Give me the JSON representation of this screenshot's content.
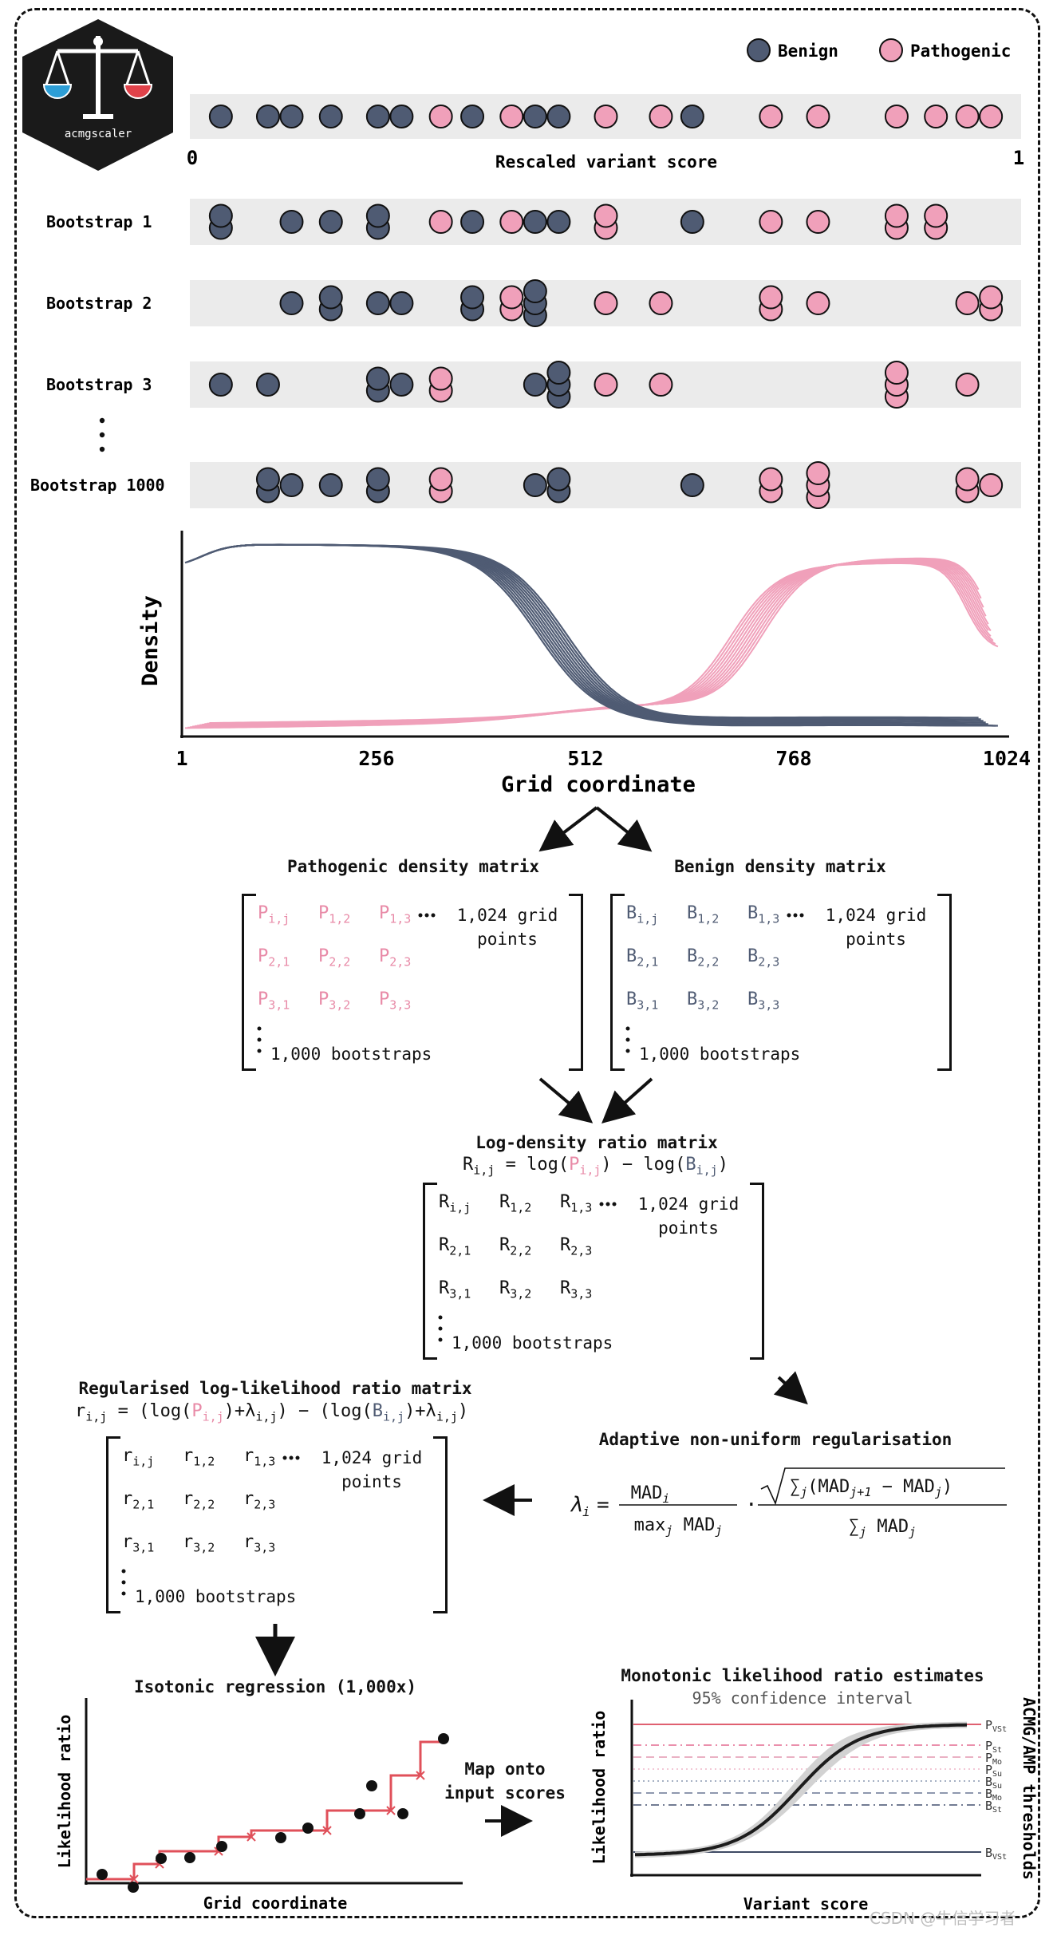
{
  "colors": {
    "benign": "#4f5b73",
    "pathogenic": "#f0a0ba",
    "frame": "#111111",
    "band": "#ebebeb",
    "step": "#e0505a",
    "ci": "#cfcfcf"
  },
  "logo": {
    "text": "acmgscaler",
    "icon": "balance-scale-icon"
  },
  "legend": {
    "benign": "Benign",
    "pathogenic": "Pathogenic"
  },
  "scoreAxis": {
    "min": "0",
    "max": "1",
    "title": "Rescaled variant score"
  },
  "variantScores": [
    0.01,
    0.07,
    0.1,
    0.15,
    0.21,
    0.24,
    0.29,
    0.33,
    0.38,
    0.41,
    0.44,
    0.5,
    0.57,
    0.61,
    0.71,
    0.77,
    0.87,
    0.92,
    0.96,
    0.99
  ],
  "variantLabels": [
    "B",
    "B",
    "B",
    "B",
    "B",
    "B",
    "P",
    "B",
    "P",
    "B",
    "B",
    "P",
    "P",
    "B",
    "P",
    "P",
    "P",
    "P",
    "P",
    "P"
  ],
  "bootstrapLabels": [
    "Bootstrap 1",
    "Bootstrap 2",
    "Bootstrap 3",
    "Bootstrap 1000"
  ],
  "bootstraps": [
    [
      [
        0,
        2
      ],
      [
        2,
        1
      ],
      [
        3,
        1
      ],
      [
        4,
        2
      ],
      [
        6,
        1
      ],
      [
        7,
        1
      ],
      [
        8,
        1
      ],
      [
        9,
        1
      ],
      [
        10,
        1
      ],
      [
        11,
        2
      ],
      [
        13,
        1
      ],
      [
        14,
        1
      ],
      [
        15,
        1
      ],
      [
        16,
        2
      ],
      [
        17,
        2
      ]
    ],
    [
      [
        2,
        1
      ],
      [
        3,
        2
      ],
      [
        4,
        1
      ],
      [
        5,
        1
      ],
      [
        7,
        2
      ],
      [
        8,
        2
      ],
      [
        9,
        3
      ],
      [
        11,
        1
      ],
      [
        12,
        1
      ],
      [
        14,
        2
      ],
      [
        15,
        1
      ],
      [
        18,
        1
      ],
      [
        19,
        2
      ]
    ],
    [
      [
        0,
        1
      ],
      [
        1,
        1
      ],
      [
        4,
        2
      ],
      [
        5,
        1
      ],
      [
        6,
        2
      ],
      [
        9,
        1
      ],
      [
        10,
        3
      ],
      [
        11,
        1
      ],
      [
        12,
        1
      ],
      [
        16,
        3
      ],
      [
        18,
        1
      ]
    ],
    [
      [
        1,
        2
      ],
      [
        2,
        1
      ],
      [
        3,
        1
      ],
      [
        4,
        2
      ],
      [
        6,
        2
      ],
      [
        9,
        1
      ],
      [
        10,
        2
      ],
      [
        13,
        1
      ],
      [
        14,
        2
      ],
      [
        15,
        3
      ],
      [
        18,
        2
      ],
      [
        19,
        1
      ]
    ]
  ],
  "densityPlot": {
    "ylabel": "Density",
    "xlabel": "Grid coordinate",
    "ticks": [
      "1",
      "256",
      "512",
      "768",
      "1024"
    ]
  },
  "pathMatrix": {
    "title": "Pathogenic density matrix",
    "rows": [
      [
        "P",
        "i,j"
      ],
      [
        "P",
        "1,2"
      ],
      [
        "P",
        "1,3"
      ],
      [
        "P",
        "2,1"
      ],
      [
        "P",
        "2,2"
      ],
      [
        "P",
        "2,3"
      ],
      [
        "P",
        "3,1"
      ],
      [
        "P",
        "3,2"
      ],
      [
        "P",
        "3,3"
      ]
    ],
    "gridNote": "1,024 grid\npoints",
    "bootNote": "1,000 bootstraps"
  },
  "benMatrix": {
    "title": "Benign density matrix",
    "rows": [
      [
        "B",
        "i,j"
      ],
      [
        "B",
        "1,2"
      ],
      [
        "B",
        "1,3"
      ],
      [
        "B",
        "2,1"
      ],
      [
        "B",
        "2,2"
      ],
      [
        "B",
        "2,3"
      ],
      [
        "B",
        "3,1"
      ],
      [
        "B",
        "3,2"
      ],
      [
        "B",
        "3,3"
      ]
    ],
    "gridNote": "1,024 grid\npoints",
    "bootNote": "1,000 bootstraps"
  },
  "ratioMatrix": {
    "title": "Log-density ratio matrix",
    "rows": [
      [
        "R",
        "i,j"
      ],
      [
        "R",
        "1,2"
      ],
      [
        "R",
        "1,3"
      ],
      [
        "R",
        "2,1"
      ],
      [
        "R",
        "2,2"
      ],
      [
        "R",
        "2,3"
      ],
      [
        "R",
        "3,1"
      ],
      [
        "R",
        "3,2"
      ],
      [
        "R",
        "3,3"
      ]
    ],
    "gridNote": "1,024 grid\npoints",
    "bootNote": "1,000 bootstraps"
  },
  "regMatrix": {
    "title": "Regularised log-likelihood ratio matrix",
    "rows": [
      [
        "r",
        "i,j"
      ],
      [
        "r",
        "1,2"
      ],
      [
        "r",
        "1,3"
      ],
      [
        "r",
        "2,1"
      ],
      [
        "r",
        "2,2"
      ],
      [
        "r",
        "2,3"
      ],
      [
        "r",
        "3,1"
      ],
      [
        "r",
        "3,2"
      ],
      [
        "r",
        "3,3"
      ]
    ],
    "gridNote": "1,024 grid\npoints",
    "bootNote": "1,000 bootstraps"
  },
  "formulas": {
    "ratio": {
      "lhs": "R",
      "lhsSub": "i,j",
      "eq": " = log(",
      "p": "P",
      "pSub": "i,j",
      "mid": ") − log(",
      "b": "B",
      "bSub": "i,j",
      "end": ")"
    },
    "reg": {
      "lhs": "r",
      "lhsSub": "i,j",
      "eq": " = (log(",
      "p": "P",
      "pSub": "i,j",
      "lam1": ")+λ",
      "lamSub1": "i,j",
      "mid": ") − (log(",
      "b": "B",
      "bSub": "i,j",
      "lam2": ")+λ",
      "lamSub2": "i,j",
      "end": ")"
    },
    "lambda": {
      "lhs": "λ",
      "lhsSub": "i",
      "eq": "=",
      "num1": "MAD",
      "num1Sub": "i",
      "den1": "max",
      "den1Sub": "j",
      "den1b": " MAD",
      "den1bSub": "j",
      "dot": "·",
      "sqrt": "∑",
      "sqrtSub": "j",
      "sqrtBody": "(MAD",
      "sqrtBodySub": "j+1",
      "sqrtMid": " − MAD",
      "sqrtMidSub": "j",
      "sqrtEnd": ")",
      "den2": "∑",
      "den2Sub": "j",
      "den2b": " MAD",
      "den2bSub": "j"
    }
  },
  "adaptiveTitle": "Adaptive non-uniform regularisation",
  "isotonic": {
    "title": "Isotonic regression (1,000x)",
    "ylabel": "Likelihood ratio",
    "xlabel": "Grid coordinate"
  },
  "mapNote": "Map onto\ninput scores",
  "monotonic": {
    "title": "Monotonic likelihood ratio estimates",
    "subtitle": "95% confidence interval",
    "ylabel": "Likelihood ratio",
    "xlabel": "Variant score",
    "sideTitle": "ACMG/AMP thresholds"
  },
  "thresholds": [
    {
      "main": "P",
      "sub": "VSt"
    },
    {
      "main": "P",
      "sub": "St"
    },
    {
      "main": "P",
      "sub": "Mo"
    },
    {
      "main": "P",
      "sub": "Su"
    },
    {
      "main": "B",
      "sub": "Su"
    },
    {
      "main": "B",
      "sub": "Mo"
    },
    {
      "main": "B",
      "sub": "St"
    },
    {
      "main": "B",
      "sub": "VSt"
    }
  ],
  "watermark": "CSDN @牛信学习者"
}
